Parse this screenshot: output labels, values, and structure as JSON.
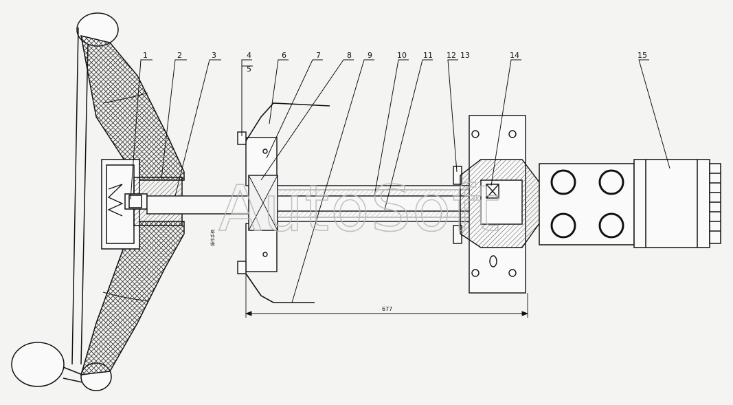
{
  "diagram": {
    "part_labels": [
      "1",
      "2",
      "3",
      "4",
      "5",
      "6",
      "7",
      "8",
      "9",
      "10",
      "11",
      "12",
      "13",
      "14",
      "15"
    ],
    "dimension_label": "677",
    "side_note": "操作手柄",
    "watermark": "AutoSoft",
    "colors": {
      "line": "#111111",
      "paper": "#f4f4f2",
      "hatch": "#333333"
    }
  }
}
